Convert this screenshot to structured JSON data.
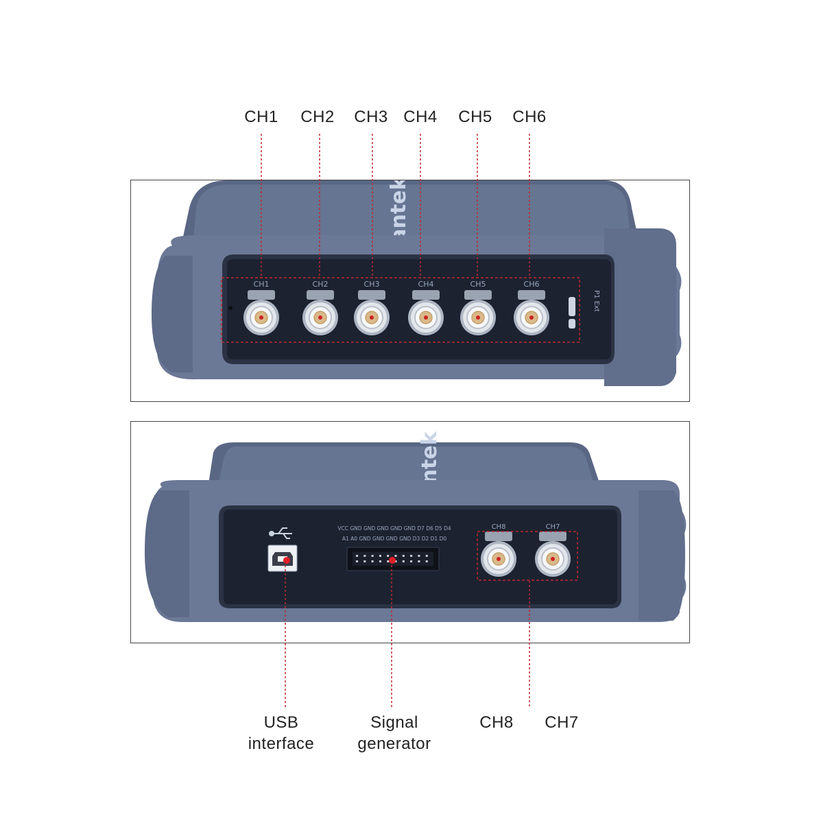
{
  "brand": "Hantek",
  "top_labels": [
    "CH1",
    "CH2",
    "CH3",
    "CH4",
    "CH5",
    "CH6"
  ],
  "front_port_labels": [
    "CH1",
    "CH2",
    "CH3",
    "CH4",
    "CH5",
    "CH6"
  ],
  "rear_pin_row1": "VCC GND GND GND GND GND D7 D6 D5 D4",
  "rear_pin_row2": "A1 A0 GND GND GND GND D3 D2 D1 D0",
  "rear_port_labels": [
    "CH8",
    "CH7"
  ],
  "bottom_labels": {
    "usb": [
      "USB",
      "interface"
    ],
    "signal": [
      "Signal",
      "generator"
    ],
    "ch8": "CH8",
    "ch7": "CH7"
  },
  "colors": {
    "device": "#5a6784",
    "rubber": "#6b7896",
    "face": "#1c2230",
    "callout": "#c0272d"
  }
}
